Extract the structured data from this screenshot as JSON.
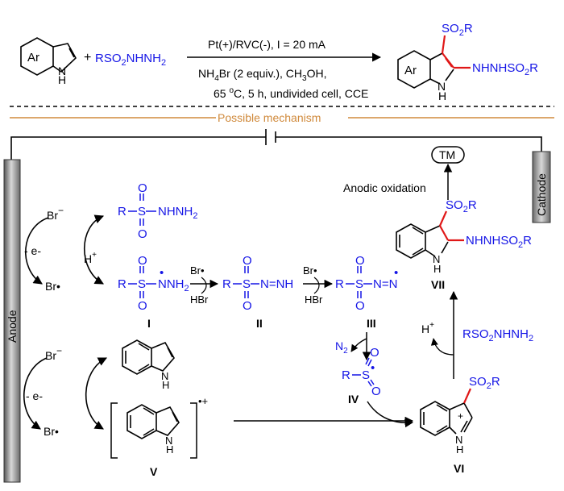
{
  "reaction": {
    "reagent": "RSO2NHNH2",
    "conditions": {
      "line1": "Pt(+)/RVC(-), I = 20 mA",
      "line2": "NH4Br (2 equiv.), CH3OH,",
      "line3": "65 oC, 5 h, undivided cell, CCE"
    },
    "reactant_label": "Ar",
    "product_label": "Ar",
    "product_substituent_top": "SO2R",
    "product_substituent_right": "NHNHSO2R"
  },
  "section_title": "Possible mechanism",
  "electrodes": {
    "anode": "Anode",
    "cathode": "Cathode"
  },
  "labels": {
    "tm": "TM",
    "anodic_oxidation": "Anodic oxidation",
    "electron_loss": "- e-",
    "proton": "H+",
    "bromide": "Br−",
    "bromine_radical": "Br•",
    "hbr": "HBr",
    "n2": "N2",
    "radical_cation": "•+",
    "nh": "H",
    "n": "N",
    "intermediates": [
      "I",
      "II",
      "III",
      "IV",
      "V",
      "VI",
      "VII"
    ]
  },
  "colors": {
    "highlight": "#e01818",
    "blue": "#1515e6",
    "mechanism_line": "#d08a3c"
  }
}
